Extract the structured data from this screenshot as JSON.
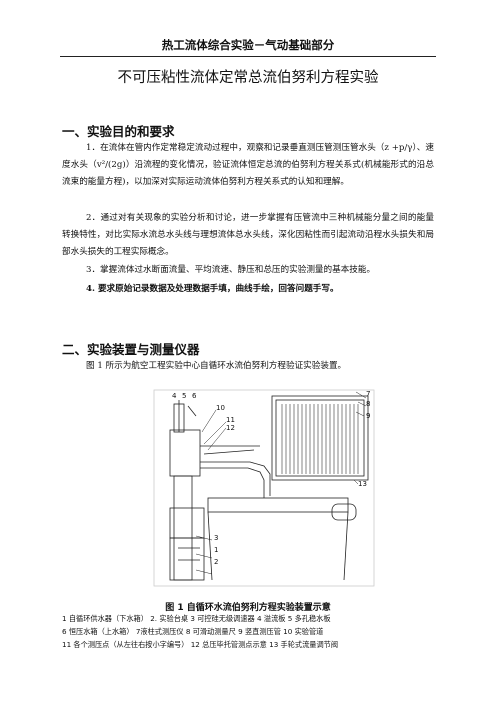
{
  "header": "热工流体综合实验－气动基础部分",
  "title": "不可压粘性流体定常总流伯努利方程实验",
  "section1": {
    "heading": "一、实验目的和要求",
    "p1": "1．在流体在管内作定常稳定流动过程中，观察和记录垂直测压管测压管水头（z +p/γ）、速度水头（v²/(2g)）沿流程的变化情况，验证流体恒定总流的伯努利方程关系式(机械能形式的沿总流束的能量方程)，以加深对实际运动流体伯努利方程关系式的认知和理解。",
    "p2": "2．通过对有关现象的实验分析和讨论，进一步掌握有压管流中三种机械能分量之间的能量转换特性，对比实际水流总水头线与理想流体总水头线，深化因粘性而引起流动沿程水头损失和局部水头损失的工程实际概念。",
    "p3": "3．掌握流体过水断面流量、平均流速、静压和总压的实验测量的基本技能。",
    "p4": "4.  要求原始记录数据及处理数据手填，曲线手绘，回答问题手写。"
  },
  "section2": {
    "heading": "二、实验装置与测量仪器",
    "intro": "图 1 所示为航空工程实验中心自循环水流伯努利方程验证实验装置。"
  },
  "figure": {
    "labels": [
      "1",
      "2",
      "3",
      "4",
      "5",
      "6",
      "7",
      "8",
      "9",
      "10",
      "11",
      "12",
      "13"
    ]
  },
  "caption": "图 1  自循环水流伯努利方程实验装置示意",
  "legend": [
    "1 自循环供水器（下水箱）  2. 实验台桌  3 可控硅无级调速器  4 溢流板  5 多孔稳水板",
    "6 恒压水箱（上水箱） 7液柱式测压仪  8 可滑动测量尺  9 竖直测压管  10 实验管道",
    "11 各个测压点（从左往右按小字编号） 12 总压毕托管测点示意  13 手轮式流量调节阀"
  ]
}
